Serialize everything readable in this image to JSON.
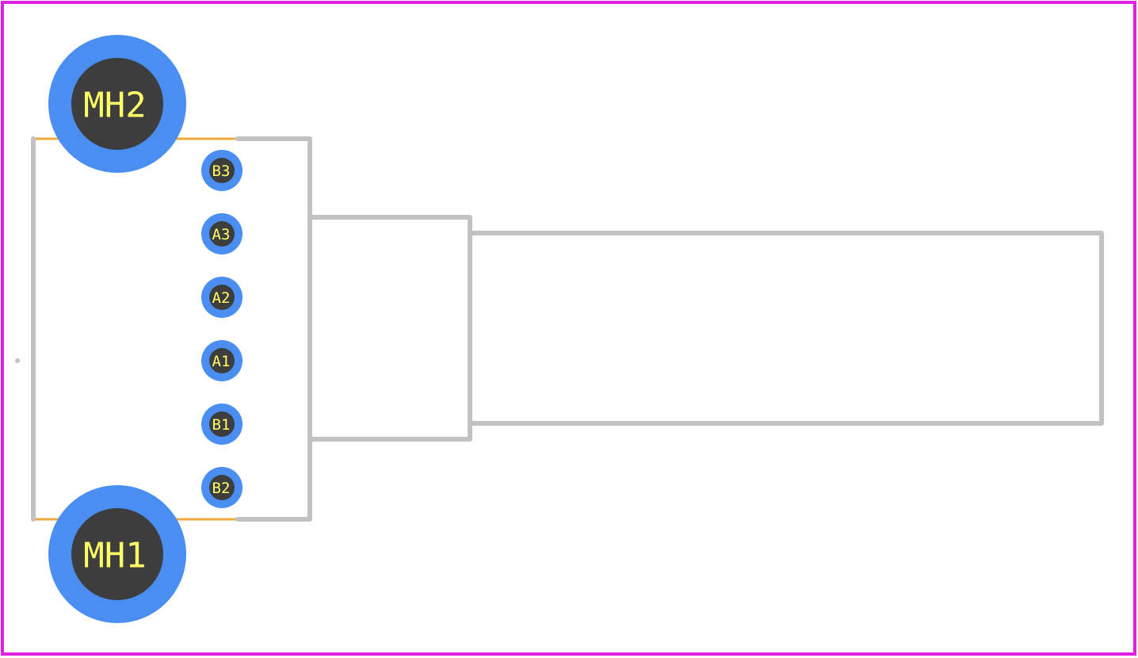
{
  "colors": {
    "board_border": "#e022e0",
    "outline": "#c2c2c2",
    "silkscreen": "#f0a93a",
    "pad_copper": "#4a8ef2",
    "pad_drill": "#3d3d3d",
    "pad_label": "#ffff66"
  },
  "mounting_holes": {
    "top": {
      "label": "MH2"
    },
    "bottom": {
      "label": "MH1"
    }
  },
  "pins": [
    {
      "label": "B3"
    },
    {
      "label": "A3"
    },
    {
      "label": "A2"
    },
    {
      "label": "A1"
    },
    {
      "label": "B1"
    },
    {
      "label": "B2"
    }
  ]
}
